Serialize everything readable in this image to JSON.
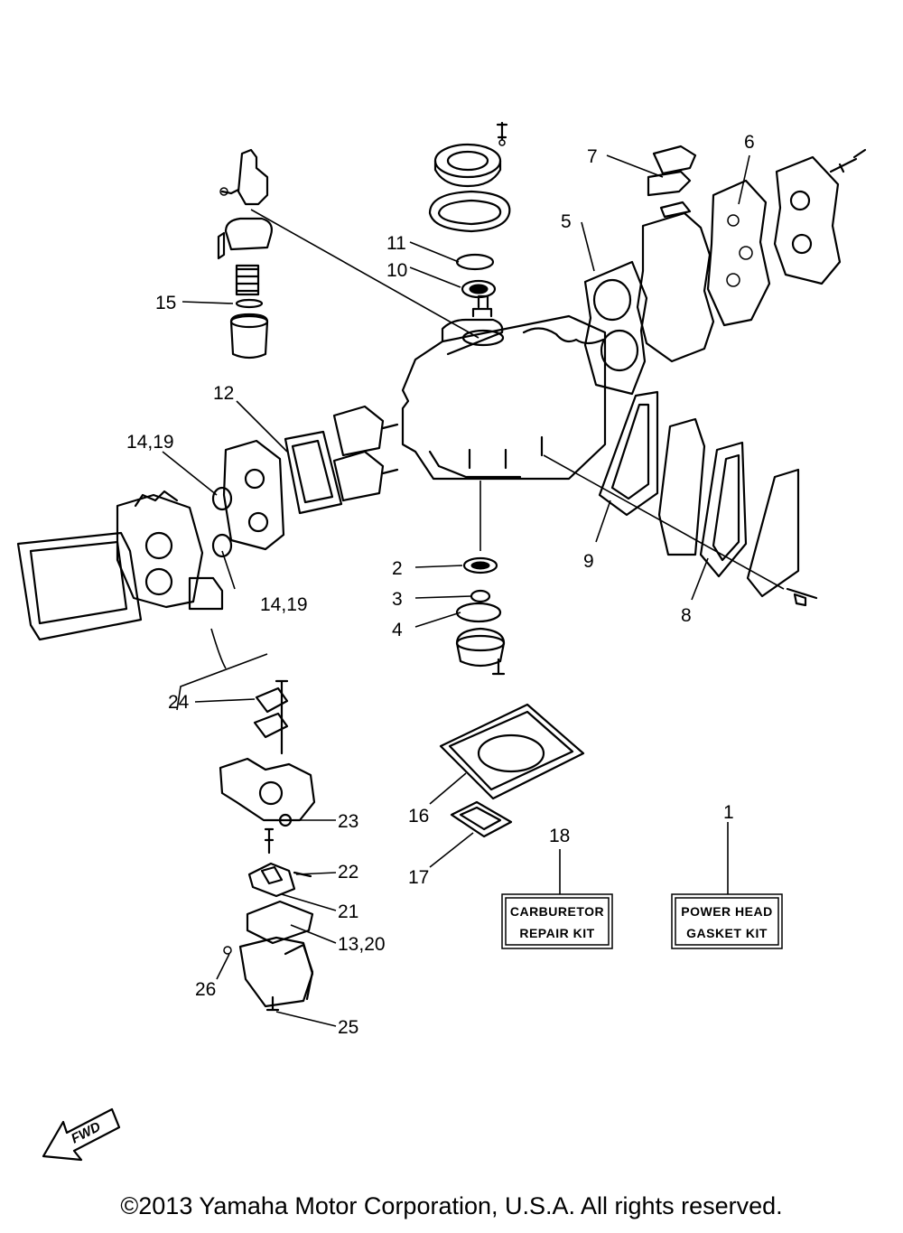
{
  "callouts": {
    "c1": "1",
    "c2": "2",
    "c3": "3",
    "c4": "4",
    "c5": "5",
    "c6": "6",
    "c7": "7",
    "c8": "8",
    "c9": "9",
    "c10": "10",
    "c11": "11",
    "c12": "12",
    "c13_20": "13,20",
    "c14_19_a": "14,19",
    "c14_19_b": "14,19",
    "c15": "15",
    "c16": "16",
    "c17": "17",
    "c18": "18",
    "c21": "21",
    "c22": "22",
    "c23": "23",
    "c24": "24",
    "c25": "25",
    "c26": "26"
  },
  "kits": {
    "carburetor": {
      "line1": "CARBURETOR",
      "line2": "REPAIR KIT"
    },
    "powerhead": {
      "line1": "POWER HEAD",
      "line2": "GASKET KIT"
    }
  },
  "fwd_label": "FWD",
  "copyright": "©2013 Yamaha Motor Corporation, U.S.A. All rights reserved."
}
